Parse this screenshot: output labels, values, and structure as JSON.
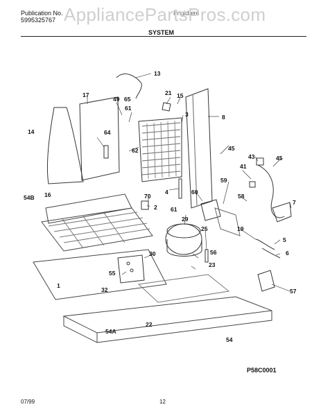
{
  "header": {
    "publication_label": "Publication No.",
    "publication_number": "5995325767",
    "brand_partial": "Frigidaire",
    "watermark": "AppliancePartsPros.com",
    "section_title": "SYSTEM"
  },
  "callouts": [
    "13",
    "17",
    "49",
    "65",
    "21",
    "15",
    "61",
    "3",
    "8",
    "14",
    "64",
    "62",
    "45",
    "43",
    "45",
    "41",
    "54B",
    "16",
    "70",
    "4",
    "60",
    "59",
    "7",
    "2",
    "58",
    "61",
    "29",
    "25",
    "19",
    "5",
    "55",
    "30",
    "56",
    "6",
    "23",
    "1",
    "32",
    "57",
    "22",
    "54A",
    "54"
  ],
  "diagram_code": "P58C0001",
  "footer": {
    "date": "07/99",
    "page": "12"
  }
}
